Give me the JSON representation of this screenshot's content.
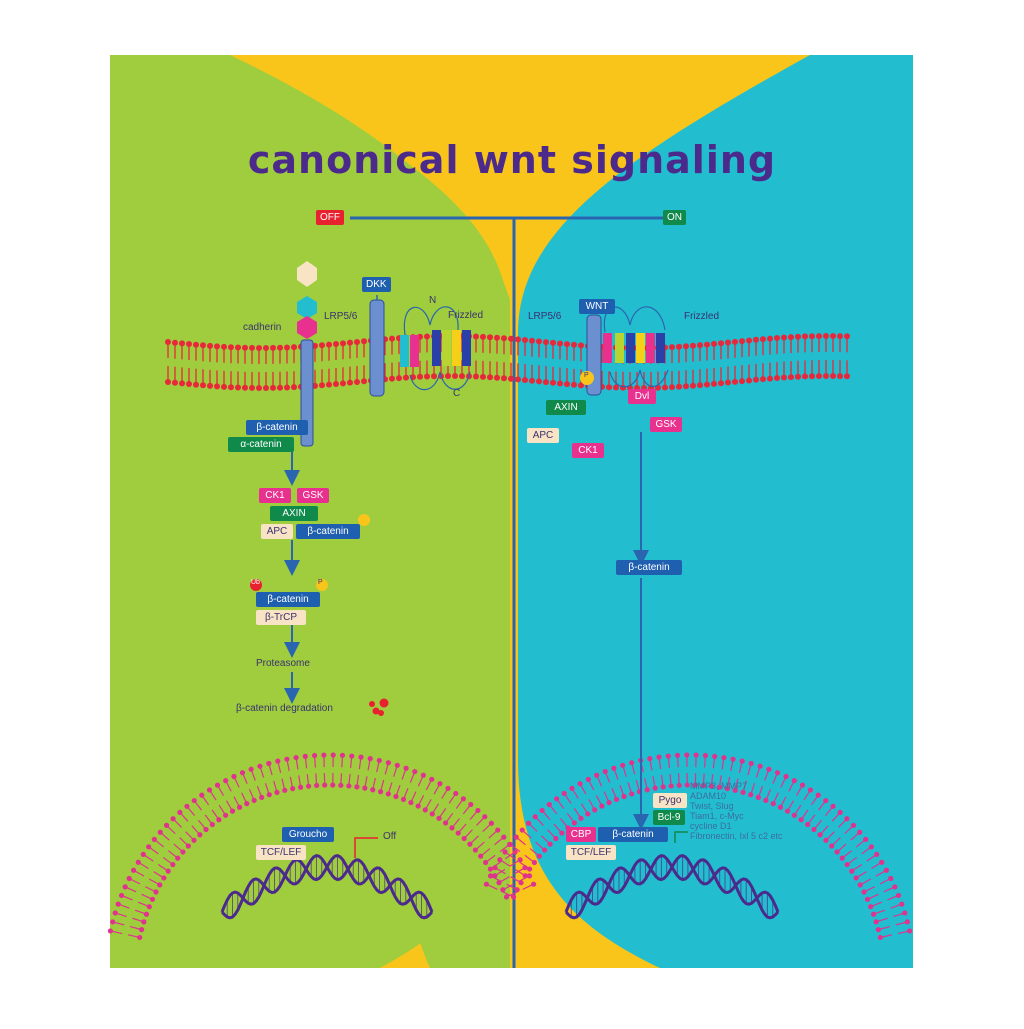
{
  "title": "canonical wnt signaling",
  "states": {
    "off": "OFF",
    "on": "ON"
  },
  "off_side": {
    "cadherin": "cadherin",
    "lrp": "LRP5/6",
    "dkk": "DKK",
    "frizzled": "Frizzled",
    "n_term": "N",
    "c_term": "C",
    "beta_catenin_1": "β-catenin",
    "alpha_catenin": "α-catenin",
    "ck1": "CK1",
    "gsk": "GSK",
    "axin": "AXIN",
    "apc": "APC",
    "beta_catenin_2": "β-catenin",
    "ub": "Ub",
    "p": "P",
    "beta_catenin_3": "β-catenin",
    "btrcp": "β-TrCP",
    "proteasome": "Proteasome",
    "degradation": "β-catenin degradation",
    "groucho": "Groucho",
    "tcf_lef": "TCF/LEF",
    "off_label": "Off"
  },
  "on_side": {
    "lrp": "LRP5/6",
    "wnt": "WNT",
    "frizzled": "Frizzled",
    "p": "P",
    "axin": "AXIN",
    "dvl": "Dvl",
    "gsk": "GSK",
    "apc": "APC",
    "ck1": "CK1",
    "beta_catenin_1": "β-catenin",
    "pygo": "Pygo",
    "bcl9": "Bcl-9",
    "cbp": "CBP",
    "beta_catenin_2": "β-catenin",
    "tcf_lef": "TCF/LEF",
    "targets": [
      "MMP3, MMP7",
      "ADAM10",
      "Twist, Slug",
      "Tiam1, c-Myc",
      "cycline D1",
      "Fibronectin, Ixl 5 c2 etc"
    ]
  },
  "colors": {
    "off_bg": "#9fcd3e",
    "on_bg": "#23bdd0",
    "yellow": "#f9c51a",
    "membrane": "#e8283a",
    "nucleus": "#e0338e",
    "arrow": "#2a66b0",
    "dna": "#4b2a8c"
  }
}
